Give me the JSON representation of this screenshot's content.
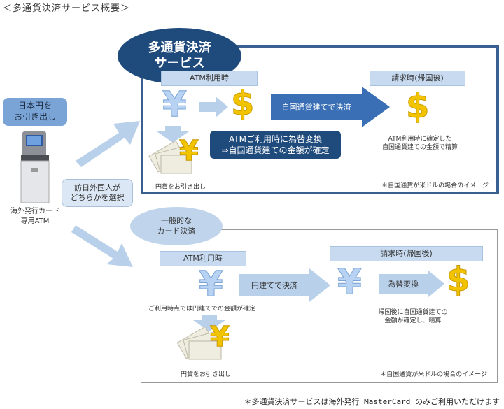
{
  "page_title": "＜多通貨決済サービス概要＞",
  "left": {
    "withdraw_yen_label": [
      "日本円を",
      "お引き出し"
    ],
    "atm_label": [
      "海外発行カード",
      "専用ATM"
    ],
    "choose_label": [
      "訪日外国人が",
      "どちらかを選択"
    ]
  },
  "multi_currency": {
    "title": [
      "多通貨決済",
      "サービス"
    ],
    "atm_use_header": "ATM利用時",
    "billing_header": "請求時(帰国後)",
    "settle_arrow_label": "自国通貨建てで決済",
    "conversion_box": [
      "ATMご利用時に為替変換",
      "⇒自国通貨建ての金額が確定"
    ],
    "withdraw_caption": "円貨をお引き出し",
    "billing_caption": [
      "ATM利用時に確定した",
      "自国通貨建ての金額で精算"
    ],
    "note": "＊自国通貨が米ドルの場合のイメージ"
  },
  "general_card": {
    "title": [
      "一般的な",
      "カード決済"
    ],
    "atm_use_header": "ATM利用時",
    "billing_header": "請求時(帰国後)",
    "settle_arrow_label": "円建てで決済",
    "exchange_arrow_label": "為替変換",
    "usage_caption": "ご利用時点では円建てでの金額が確定",
    "withdraw_caption": "円貨をお引き出し",
    "billing_caption": [
      "帰国後に自国通貨建ての",
      "金額が確定し、精算"
    ],
    "note": "＊自国通貨が米ドルの場合のイメージ"
  },
  "icons": {
    "yen": "¥",
    "dollar": "$"
  },
  "colors": {
    "dark_blue": "#1f4a7c",
    "mid_blue": "#3a6fb5",
    "light_blue": "#c7daf0",
    "arrow_light": "#b9d0ea",
    "gold": "#f2c400"
  },
  "footnote": "＊多通貨決済サービスは海外発行 MasterCard のみご利用いただけます"
}
